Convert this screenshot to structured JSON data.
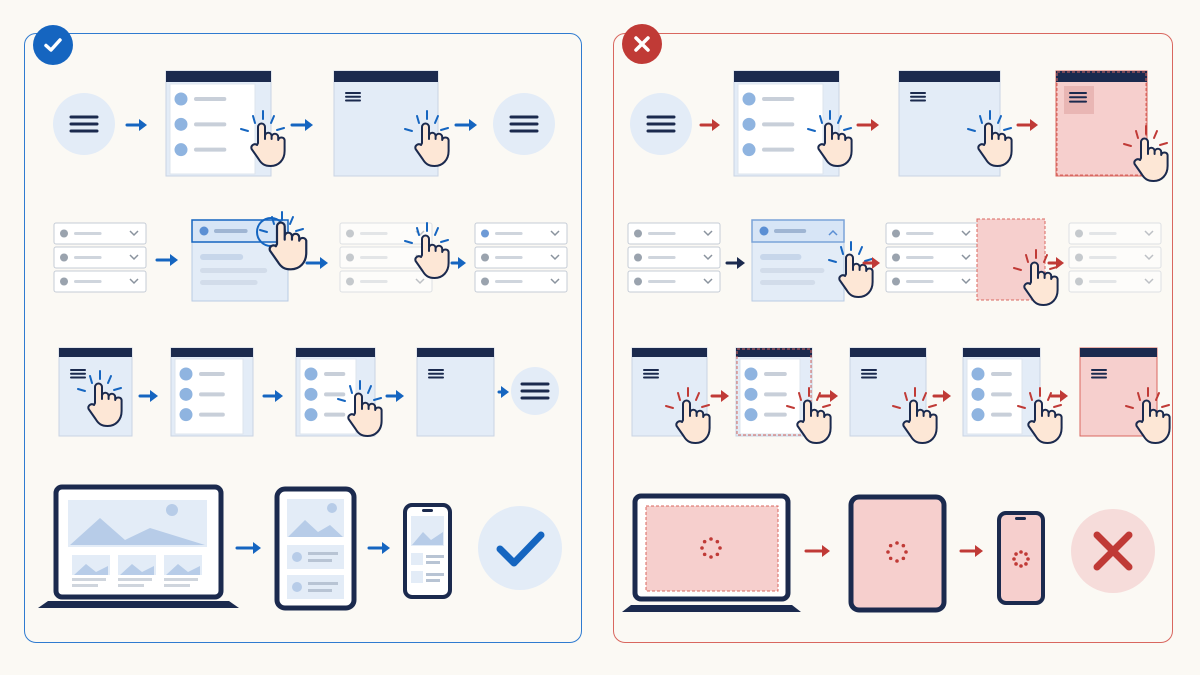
{
  "colors": {
    "background": "#fbf9f4",
    "good_border": "#2f7bd0",
    "good_accent": "#1565c0",
    "bad_border": "#d9675f",
    "bad_accent": "#c03a36",
    "navy": "#1b2a4e",
    "light_blue": "#e3ecf7",
    "light_red": "#f6cfcd"
  },
  "panels": [
    {
      "name": "good-example",
      "badge_icon": "checkmark-icon"
    },
    {
      "name": "bad-example",
      "badge_icon": "x-cross-icon"
    }
  ],
  "rows": [
    {
      "name": "menu-toggle-flow"
    },
    {
      "name": "dropdown-select-flow"
    },
    {
      "name": "drawer-navigation-flow"
    },
    {
      "name": "responsive-devices-flow"
    }
  ],
  "final_icons": {
    "good": "checkmark-icon",
    "bad": "x-cross-icon"
  }
}
